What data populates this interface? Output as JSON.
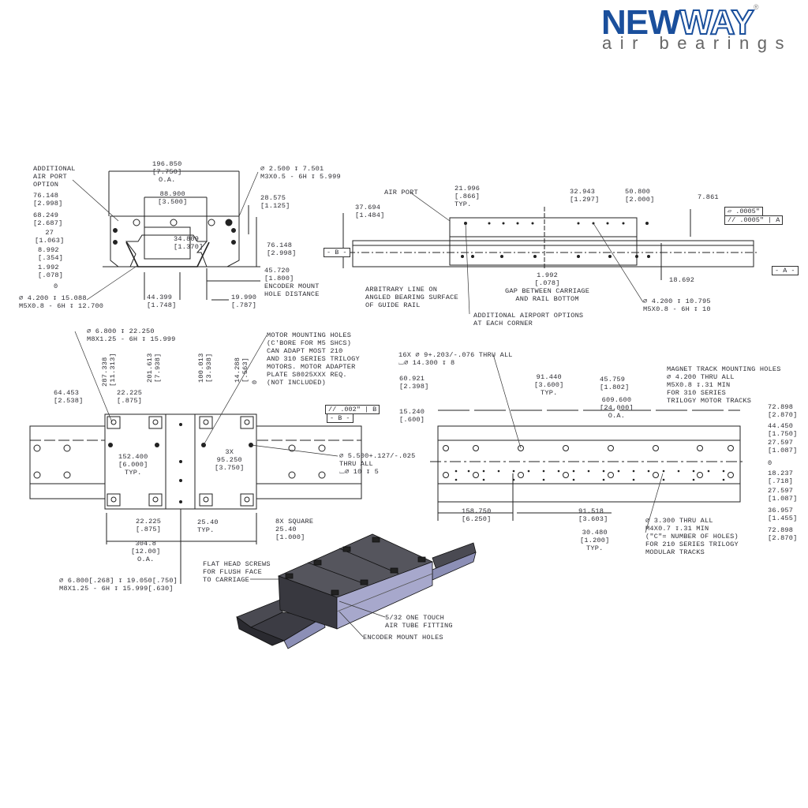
{
  "logo": {
    "brand_solid": "NEW",
    "brand_outline": "WAY",
    "tagline": "air bearings",
    "registered": "®",
    "color": "#1a4f9c"
  },
  "front_view": {
    "air_port_option": "ADDITIONAL\nAIR PORT\nOPTION",
    "overall_width": "196.850\n[7.750]\nO.A.",
    "m3_hole": "⌀ 2.500 ↧ 7.501\nM3X0.5 - 6H ↧ 5.999",
    "center_width": "88.900\n[3.500]",
    "d28": "28.575\n[1.125]",
    "d76_left": "76.148\n[2.998]",
    "d68": "68.249\n[2.687]",
    "d27": "27\n[1.063]",
    "d34": "34.809\n[1.370]",
    "d8": "8.992\n[.354]",
    "d76_right": "76.148\n[2.998]",
    "d1": "1.992\n[.078]",
    "zero": "0",
    "encoder": "45.720\n[1.800]\nENCODER MOUNT\nHOLE DISTANCE",
    "m5_hole": "⌀ 4.200 ↧ 15.088\nM5X0.8 - 6H ↧ 12.700",
    "d44": "44.399\n[1.748]",
    "d19": "19.990\n[.787]"
  },
  "side_view": {
    "air_port": "AIR PORT",
    "d21": "21.996\n[.866]\nTYP.",
    "d32": "32.943\n[1.297]",
    "d50": "50.800\n[2.000]",
    "d7": "7.861",
    "d37": "37.694\n[1.484]",
    "flatness": ".0005\"",
    "parallelism": ".0005\"",
    "datum_ref": "A",
    "datum_b": "- B -",
    "datum_a": "- A -",
    "d18": "18.692",
    "gap": "1.992\n[.078]\nGAP BETWEEN CARRIAGE\nAND RAIL BOTTOM",
    "arbitrary": "ARBITRARY LINE ON\nANGLED BEARING SURFACE\nOF GUIDE RAIL",
    "airport_options": "ADDITIONAL AIRPORT OPTIONS\nAT EACH CORNER",
    "m5_hole": "⌀ 4.200 ↧ 10.795\nM5X0.8 - 6H ↧ 10"
  },
  "top_view": {
    "m8_hole": "⌀ 6.800 ↧ 22.250\nM8X1.25 - 6H ↧ 15.999",
    "v287": "287.338\n[11.313]",
    "v201": "201.613\n[7.938]",
    "v100": "100.013\n[3.938]",
    "v14": "14.288\n[.563]",
    "v0": "0",
    "motor_note": "MOTOR MOUNTING HOLES\n(C'BORE FOR M5 SHCS)\nCAN ADAPT MOST 210\nAND 310 SERIES TRILOGY\nMOTORS. MOTOR ADAPTER\nPLATE S8025XXX REQ.\n(NOT INCLUDED)",
    "d64": "64.453\n[2.538]",
    "d22_top": "22.225\n[.875]",
    "parallel": ".002\"",
    "parallel_ref": "B",
    "datum_b": "- B -",
    "d152": "152.400\n[6.000]\nTYP.",
    "d95": "3X\n95.250\n[3.750]",
    "thru_hole": "⌀ 5.500+.127/-.025\nTHRU ALL\n⌴⌀ 10 ↧ 5",
    "d22_bottom": "22.225\n[.875]",
    "d25": "25.40\nTYP.",
    "square": "8X SQUARE\n25.40\n[1.000]",
    "overall": "304.8\n[12.00]\nO.A.",
    "m8_bottom": "⌀ 6.800[.268] ↧ 19.050[.750]\nM8X1.25 - 6H ↧ 15.999[.630]"
  },
  "iso_view": {
    "flat_head": "FLAT HEAD SCREWS\nFOR FLUSH FACE\nTO CARRIAGE",
    "fitting": "5/32 ONE TOUCH\nAIR TUBE FITTING",
    "encoder": "ENCODER MOUNT HOLES"
  },
  "rail_view": {
    "hole16": "16X ⌀ 9+.203/-.076 THRU ALL\n⌴⌀ 14.300 ↧ 8",
    "d60": "60.921\n[2.398]",
    "d91": "91.440\n[3.600]\nTYP.",
    "d45": "45.759\n[1.802]",
    "overall": "609.600\n[24.000]\nO.A.",
    "magnet_note": "MAGNET TRACK MOUNTING HOLES\n⌀ 4.200 THRU ALL\nM5X0.8 ↧.31 MIN\nFOR 310 SERIES\nTRILOGY MOTOR TRACKS",
    "d15": "15.240\n[.600]",
    "r1": "72.898\n[2.870]",
    "r2": "44.450\n[1.750]",
    "r3": "27.597\n[1.087]",
    "r4": "0",
    "r5": "18.237\n[.718]",
    "r6": "27.597\n[1.087]",
    "r7": "36.957\n[1.455]",
    "r8": "72.898\n[2.870]",
    "d158": "158.750\n[6.250]",
    "d91b": "91.518\n[3.603]",
    "d30": "30.480\n[1.200]\nTYP.",
    "modular_note": "⌀ 3.300 THRU ALL\nM4X0.7 ↧.31 MIN\n(\"C\"= NUMBER OF HOLES)\nFOR 210 SERIES TRILOGY\nMODULAR TRACKS"
  }
}
